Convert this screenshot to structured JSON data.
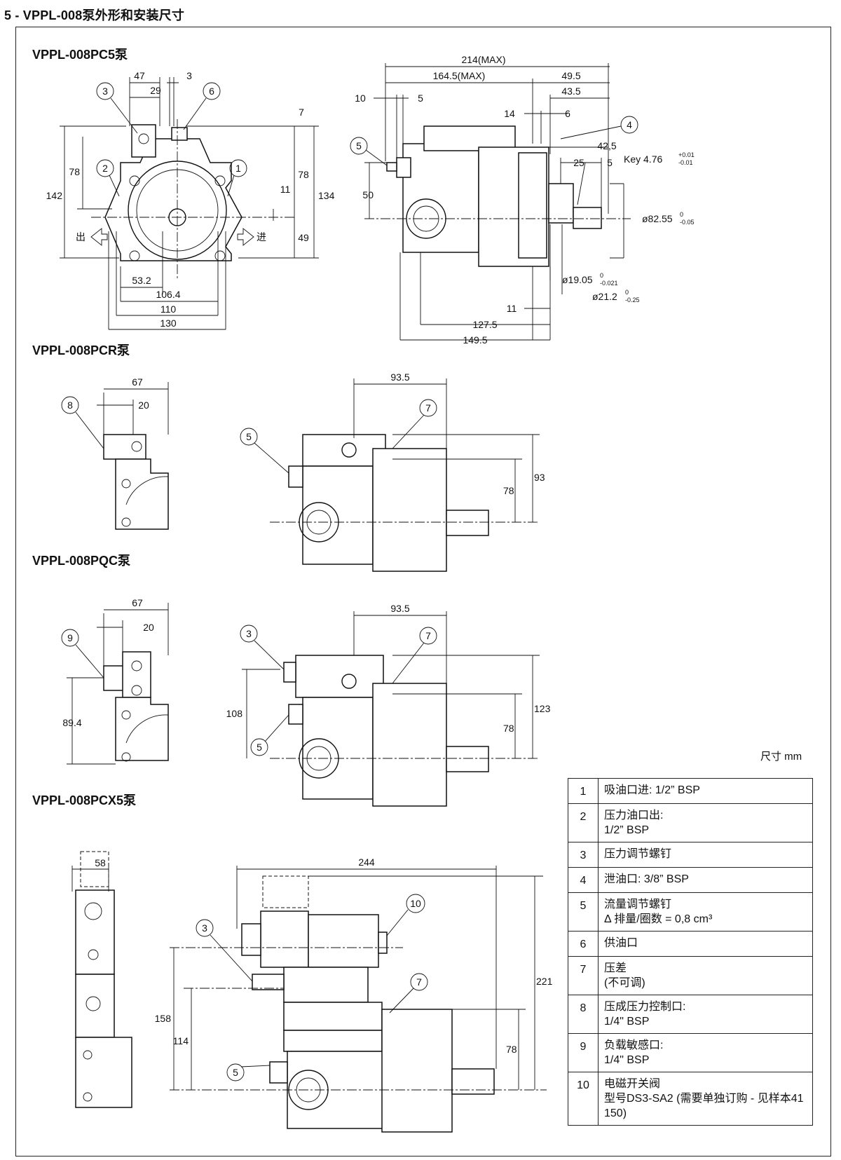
{
  "page_title": "5 - VPPL-008泵外形和安装尺寸",
  "sections": {
    "pc5": "VPPL-008PC5泵",
    "pcr": "VPPL-008PCR泵",
    "pqc": "VPPL-008PQC泵",
    "pcx5": "VPPL-008PCX5泵"
  },
  "dims": {
    "pc5_front": [
      "47",
      "3",
      "29",
      "142",
      "78",
      "7",
      "78",
      "134",
      "11",
      "49",
      "53.2",
      "106.4",
      "110",
      "130"
    ],
    "pc5_side": [
      "214(MAX)",
      "164.5(MAX)",
      "49.5",
      "10",
      "5",
      "43.5",
      "14",
      "6",
      "42,5",
      "25",
      "5",
      "Key 4.76",
      "50",
      "ø82.55",
      "ø19.05",
      "ø21.2",
      "11",
      "127.5",
      "149.5"
    ],
    "tolerances": {
      "key_upper": "+0.01",
      "key_lower": "-0.01",
      "d8255_upper": "0",
      "d8255_lower": "-0.05",
      "d1905_upper": "0",
      "d1905_lower": "-0.021",
      "d212_upper": "0",
      "d212_lower": "-0.25"
    },
    "pcr": [
      "67",
      "20",
      "93.5",
      "78",
      "93"
    ],
    "pqc": [
      "67",
      "20",
      "89.4",
      "93.5",
      "108",
      "123",
      "78"
    ],
    "pcx5": [
      "58",
      "244",
      "221",
      "158",
      "114",
      "78"
    ]
  },
  "flow_labels": {
    "out": "出",
    "in": "进"
  },
  "callouts": [
    "1",
    "2",
    "3",
    "4",
    "5",
    "6",
    "7",
    "8",
    "9",
    "10"
  ],
  "unit_note": "尺寸 mm",
  "legend": [
    {
      "num": "1",
      "desc": "吸油口进: 1/2” BSP"
    },
    {
      "num": "2",
      "desc": "压力油口出:\n1/2” BSP"
    },
    {
      "num": "3",
      "desc": "压力调节螺钉"
    },
    {
      "num": "4",
      "desc": "泄油口:   3/8” BSP"
    },
    {
      "num": "5",
      "desc": "流量调节螺钉\nΔ 排量/圈数 = 0,8 cm³"
    },
    {
      "num": "6",
      "desc": "供油口"
    },
    {
      "num": "7",
      "desc": "压差\n(不可调)"
    },
    {
      "num": "8",
      "desc": "压成压力控制口:\n1/4\" BSP"
    },
    {
      "num": "9",
      "desc": "负载敏感口:\n1/4\" BSP"
    },
    {
      "num": "10",
      "desc": "电磁开关阀\n型号DS3-SA2 (需要单独订购 - 见样本41 150)"
    }
  ]
}
